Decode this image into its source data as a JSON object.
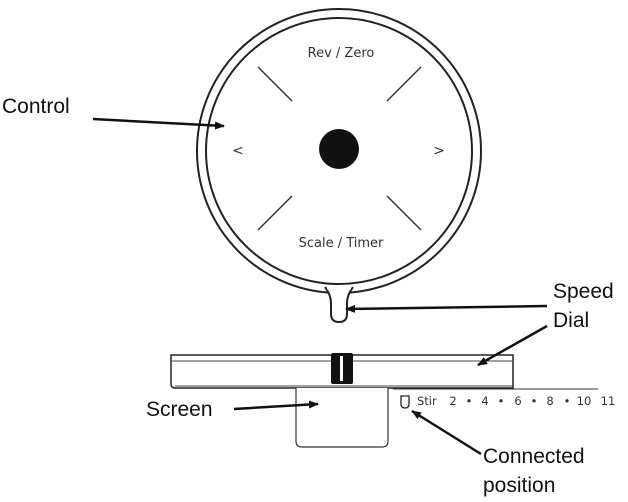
{
  "control_dial": {
    "top_label": "Rev / Zero",
    "bottom_label": "Scale / Timer",
    "left_label": "<",
    "right_label": ">"
  },
  "speed_scale": {
    "start_label": "Stir",
    "marks": [
      "2",
      "•",
      "4",
      "•",
      "6",
      "•",
      "8",
      "•",
      "10",
      "11"
    ]
  },
  "callouts": {
    "control": "Control",
    "speed_line1": "Speed",
    "speed_line2": "Dial",
    "screen": "Screen",
    "connected_line1": "Connected",
    "connected_line2": "position"
  }
}
